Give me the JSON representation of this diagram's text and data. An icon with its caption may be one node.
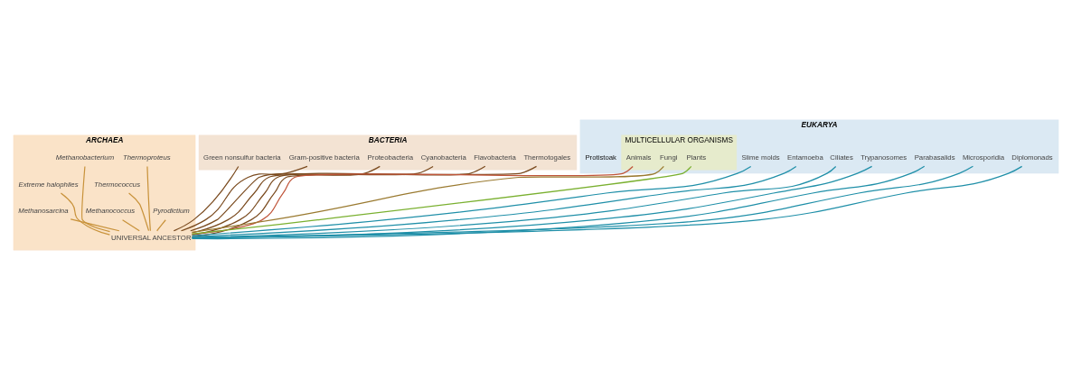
{
  "diagram": {
    "nodes": [
      {
        "text": [
          "BACTERIA"
        ]
      },
      {
        "text": [
          "ARCHAEA"
        ]
      },
      {
        "text": [
          "EUKARYA"
        ]
      },
      {
        "text": [
          "MULTICELLULAR ORGANISMS"
        ],
        "in": 2
      },
      {
        "text": [
          "UNIVERSAL ANCESTOR"
        ],
        "in": 1
      },
      {
        "text": [
          "Green nonsulfur bacteria"
        ],
        "in": 0
      },
      {
        "text": [
          "Gram-positive bacteria"
        ],
        "in": 0
      },
      {
        "text": [
          "Proteobacteria"
        ],
        "in": 0
      },
      {
        "text": [
          "Cyanobacteria"
        ],
        "in": 0
      },
      {
        "text": [
          "Flavobacteria"
        ],
        "in": 0
      },
      {
        "text": [
          "Thermotogales"
        ],
        "in": 0
      },
      {
        "text": [
          "Methanosarcina"
        ],
        "in": 1
      },
      {
        "text": [
          "Extreme halophiles"
        ],
        "in": 1
      },
      {
        "text": [
          "Methanobacterium"
        ],
        "in": 1
      },
      {
        "text": [
          "Methanococcus"
        ],
        "in": 1
      },
      {
        "text": [
          "Thermococcus"
        ],
        "in": 1
      },
      {
        "text": [
          "Thermoproteus"
        ],
        "in": 1
      },
      {
        "text": [
          "Pyrodictium"
        ],
        "in": 1
      },
      {
        "text": [
          "Slime molds"
        ],
        "in": 2
      },
      {
        "text": [
          "Entamoeba"
        ],
        "in": 2
      },
      {
        "text": [
          "Animals"
        ],
        "in": 3
      },
      {
        "text": [
          "Fungi"
        ],
        "in": 3
      },
      {
        "text": [
          "Plants"
        ],
        "in": 3
      },
      {
        "text": [
          "Ciliates"
        ],
        "in": 2
      },
      {
        "text": [
          "Trypanosomes"
        ],
        "in": 2
      },
      {
        "text": [
          "Parabasalids"
        ],
        "in": 2
      },
      {
        "text": [
          "Microsporidia"
        ],
        "in": 2
      },
      {
        "text": [
          "Diplomonads"
        ],
        "in": 2
      }
    ],
    "edges": [
      {
        "from": 4,
        "to": 5,
        "arrow": "none",
        "color": "#7a4a1e"
      },
      {
        "from": 4,
        "to": 6,
        "arrow": "none",
        "color": "#7a4a1e"
      },
      {
        "from": 4,
        "to": 7,
        "arrow": "none",
        "color": "#7a4a1e"
      },
      {
        "from": 4,
        "to": 8,
        "arrow": "none",
        "color": "#7a4a1e"
      },
      {
        "from": 4,
        "to": 9,
        "arrow": "none",
        "color": "#7a4a1e"
      },
      {
        "from": 4,
        "to": 10,
        "arrow": "none",
        "color": "#7a4a1e"
      },
      {
        "from": 4,
        "to": 11,
        "arrow": "none",
        "color": "#c8923a"
      },
      {
        "from": 4,
        "to": 12,
        "arrow": "none",
        "color": "#c8923a"
      },
      {
        "from": 4,
        "to": 13,
        "arrow": "none",
        "color": "#c8923a"
      },
      {
        "from": 4,
        "to": 14,
        "arrow": "none",
        "color": "#c8923a"
      },
      {
        "from": 4,
        "to": 15,
        "arrow": "none",
        "color": "#c8923a"
      },
      {
        "from": 4,
        "to": 16,
        "arrow": "none",
        "color": "#c8923a"
      },
      {
        "from": 4,
        "to": 17,
        "arrow": "none",
        "color": "#c8923a"
      },
      {
        "from": 4,
        "to": 18,
        "arrow": "none",
        "color": "#1f8fa8"
      },
      {
        "from": 4,
        "to": 19,
        "arrow": "none",
        "color": "#1f8fa8"
      },
      {
        "from": 4,
        "to": 20,
        "arrow": "none",
        "color": "#c0553a"
      },
      {
        "from": 4,
        "to": 21,
        "arrow": "none",
        "color": "#9a7a30"
      },
      {
        "from": 4,
        "to": 22,
        "arrow": "none",
        "color": "#7ab030"
      },
      {
        "from": 4,
        "to": 23,
        "arrow": "none",
        "color": "#1f8fa8"
      },
      {
        "from": 4,
        "to": 24,
        "arrow": "none",
        "color": "#1f8fa8"
      },
      {
        "from": 4,
        "to": 25,
        "arrow": "none",
        "color": "#1f8fa8"
      },
      {
        "from": 4,
        "to": 26,
        "arrow": "none",
        "color": "#1f8fa8"
      },
      {
        "from": 4,
        "to": 27,
        "arrow": "none",
        "color": "#1f8fa8"
      }
    ],
    "labels": [
      "Protistoak"
    ]
  }
}
